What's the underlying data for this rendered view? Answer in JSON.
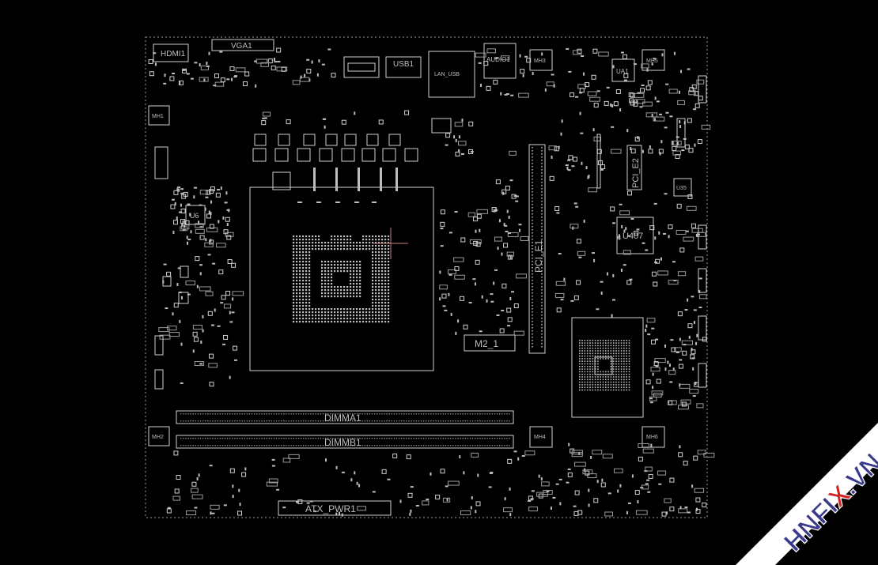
{
  "labels": {
    "hdmi": "HDMI1",
    "vga": "VGA1",
    "usb1": "USB1",
    "lan_usb": "LAN_USB",
    "audio": "AUDIO1",
    "mh1": "MH1",
    "mh2": "MH2",
    "mh3": "MH3",
    "mh4": "MH4",
    "mh5": "MH5",
    "mh6": "MH6",
    "ua1": "UA1",
    "u6": "U6",
    "u407": "U407",
    "u35": "U35",
    "pcie1": "PCI_E1",
    "pcie2": "PCI_E2",
    "m2": "M2_1",
    "dimma": "DIMMA1",
    "dimmb": "DIMMB1",
    "atx": "ATX_PWR1"
  },
  "watermark": {
    "text_a": "HNFI",
    "text_x": "X",
    "text_b": ".VN",
    "x_color": "#d32020",
    "band_color": "#ffffff"
  },
  "colors": {
    "background": "#000000",
    "outline": "#cfcfcf",
    "cursor": "#c48080"
  }
}
